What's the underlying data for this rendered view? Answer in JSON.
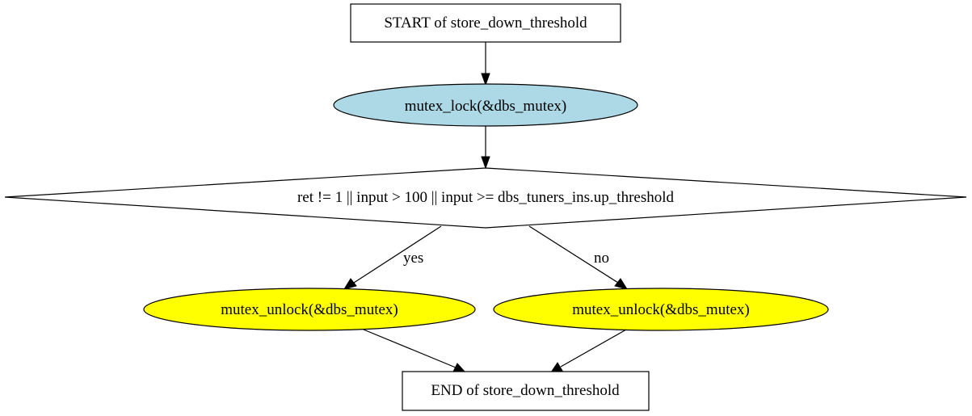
{
  "diagram": {
    "nodes": {
      "start": {
        "label": "START of store_down_threshold",
        "shape": "box",
        "fill": "#ffffff"
      },
      "lock": {
        "label": "mutex_lock(&dbs_mutex)",
        "shape": "ellipse",
        "fill": "#add8e6"
      },
      "decision": {
        "label": "ret != 1 || input > 100 || input >= dbs_tuners_ins.up_threshold",
        "shape": "diamond",
        "fill": "#ffffff"
      },
      "unlock_yes": {
        "label": "mutex_unlock(&dbs_mutex)",
        "shape": "ellipse",
        "fill": "#ffff00"
      },
      "unlock_no": {
        "label": "mutex_unlock(&dbs_mutex)",
        "shape": "ellipse",
        "fill": "#ffff00"
      },
      "end": {
        "label": "END of store_down_threshold",
        "shape": "box",
        "fill": "#ffffff"
      }
    },
    "edges": {
      "yes_label": "yes",
      "no_label": "no"
    }
  }
}
